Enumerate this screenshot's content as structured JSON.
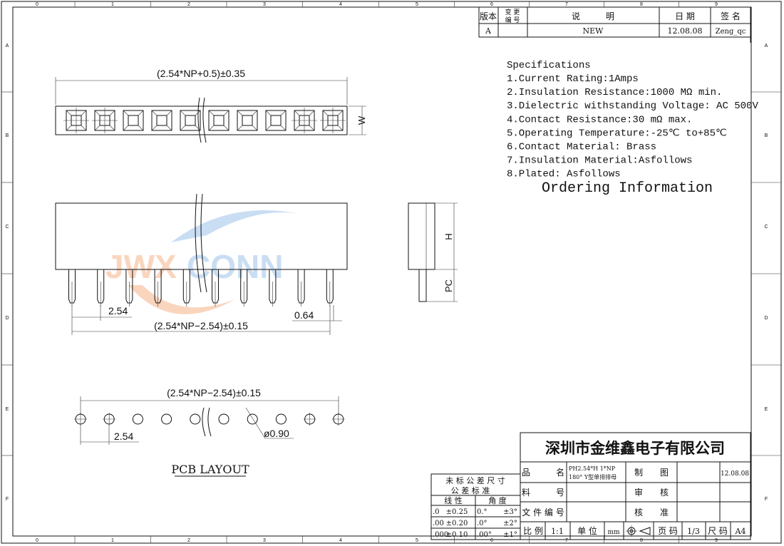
{
  "frame": {
    "columns": [
      "0",
      "1",
      "2",
      "3",
      "4",
      "5",
      "6",
      "7",
      "8",
      "9"
    ],
    "rows": [
      "A",
      "B",
      "C",
      "D",
      "E",
      "F"
    ]
  },
  "revision_table": {
    "headers": {
      "version": "版本",
      "change_no_1": "变 更",
      "change_no_2": "编 号",
      "description": "说　　　明",
      "date": "日 期",
      "signature": "签 名"
    },
    "row": {
      "version": "A",
      "change_no": "",
      "description": "NEW",
      "date": "12.08.08",
      "signature": "Zeng_qc"
    }
  },
  "specifications": {
    "title": "Specifications",
    "items": [
      "1.Current Rating:1Amps",
      "2.Insulation Resistance:1000 MΩ min.",
      "3.Dielectric withstanding Voltage: AC 500V",
      "4.Contact Resistance:30 mΩ max.",
      "5.Operating Temperature:-25℃ to+85℃",
      "6.Contact Material:  Brass",
      "7.Insulation Material:Asfollows",
      "8.Plated: Asfollows"
    ],
    "ordering": "Ordering Information"
  },
  "drawing": {
    "top_length": "(2.54*NP+0.5)±0.35",
    "width_label": "W",
    "pitch": "2.54",
    "pin_span": "(2.54*NP−2.54)±0.15",
    "pin_width": "0.64",
    "height_label": "H",
    "pc_label": "PC",
    "pcb_span": "(2.54*NP−2.54)±0.15",
    "pcb_pitch": "2.54",
    "hole_dia": "ø0.90",
    "pcb_title": "PCB LAYOUT",
    "watermark_logo": "JWXCONN"
  },
  "title_block": {
    "company": "深圳市金维鑫电子有限公司",
    "product_label": "品　　　名",
    "product_value_1": "PH2.54*H 1*NP",
    "product_value_2": "180° Y型单排排母",
    "part_no_label": "料　　　号",
    "file_no_label": "文 件 编 号",
    "drawn_label": "制　　图",
    "drawn_date": "12.08.08",
    "check_label": "审　　核",
    "approve_label": "核　　准",
    "scale_label": "比 例",
    "scale_value": "1:1",
    "unit_label": "单 位",
    "unit_value": "mm",
    "page_label": "页 码",
    "page_value": "1/3",
    "size_label": "尺 码",
    "size_value": "A4"
  },
  "tolerance_table": {
    "title_1": "未 标 公 差 尺 寸",
    "title_2": "公 差 标 准",
    "linear": "线 性",
    "angle": "角 度",
    "rows": [
      {
        "lin_fmt": ".0",
        "lin_tol": "±0.25",
        "ang_fmt": "0.°",
        "ang_tol": "±3°"
      },
      {
        "lin_fmt": ".00",
        "lin_tol": "±0.20",
        "ang_fmt": ".0°",
        "ang_tol": "±2°"
      },
      {
        "lin_fmt": ".000",
        "lin_tol": "±0.10",
        "ang_fmt": ".00°",
        "ang_tol": "±1°"
      }
    ]
  }
}
